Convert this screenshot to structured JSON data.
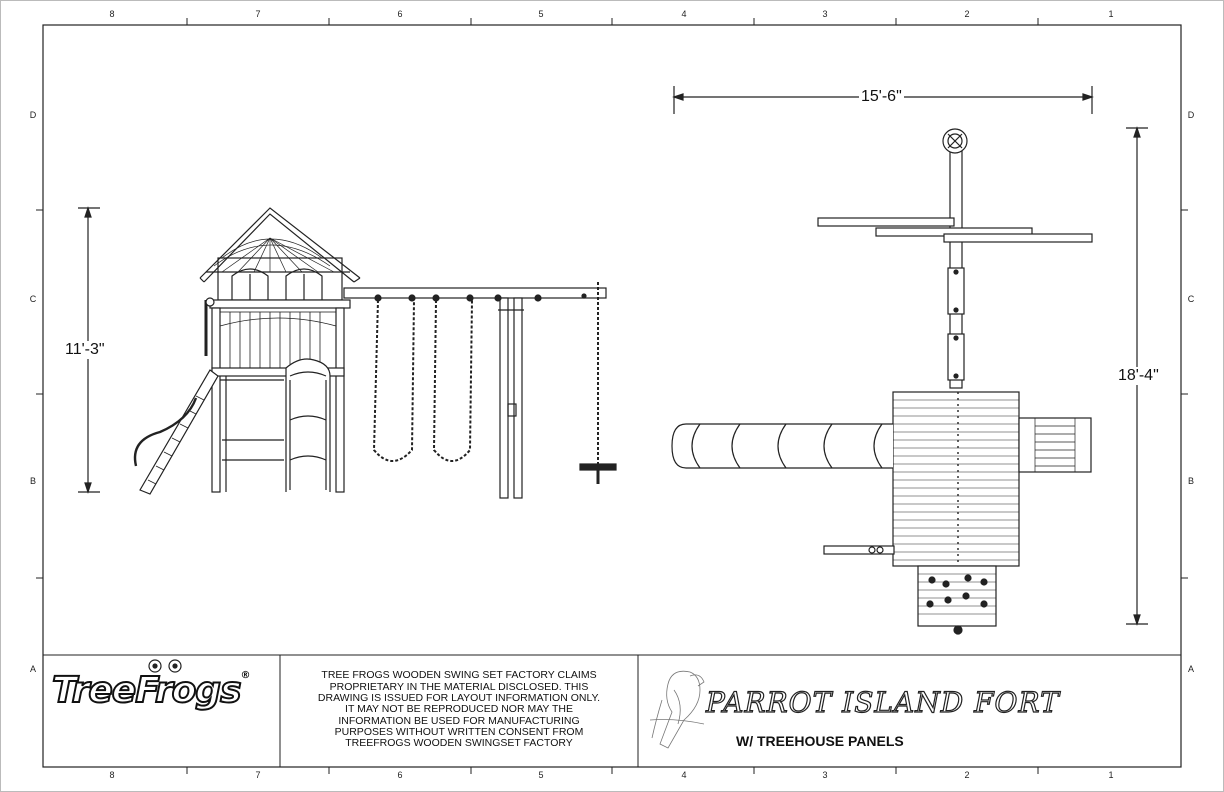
{
  "grid": {
    "columns": [
      "8",
      "7",
      "6",
      "5",
      "4",
      "3",
      "2",
      "1"
    ],
    "rows": [
      "D",
      "C",
      "B",
      "A"
    ]
  },
  "dimensions": {
    "height_left": "11'-3\"",
    "width_top": "15'-6\"",
    "depth_right": "18'-4\""
  },
  "logo": {
    "text": "TreeFrogs",
    "registered": "®"
  },
  "disclaimer": {
    "lines": [
      "TREE FROGS WOODEN SWING SET FACTORY CLAIMS",
      "PROPRIETARY IN THE MATERIAL DISCLOSED. THIS",
      "DRAWING IS ISSUED FOR LAYOUT INFORMATION ONLY.",
      "IT MAY NOT BE REPRODUCED NOR MAY THE",
      "INFORMATION BE USED FOR MANUFACTURING",
      "PURPOSES WITHOUT WRITTEN CONSENT FROM",
      "TREEFROGS WOODEN SWINGSET FACTORY"
    ]
  },
  "product": {
    "title": "PARROT ISLAND FORT",
    "subtitle": "W/ TREEHOUSE PANELS"
  }
}
